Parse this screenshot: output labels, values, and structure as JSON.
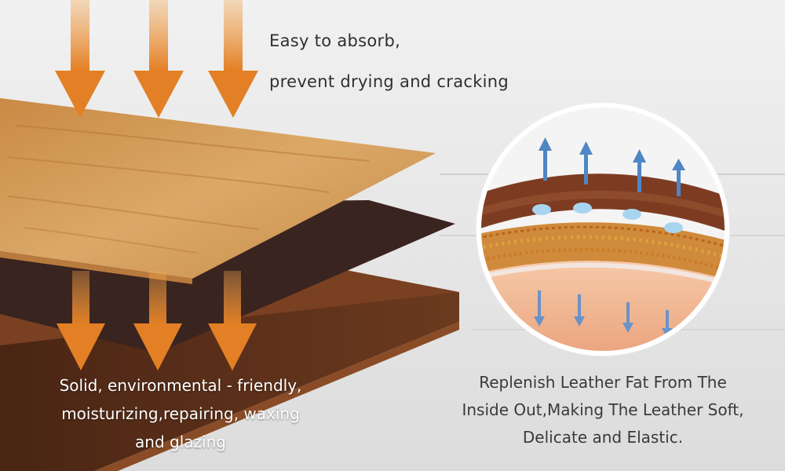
{
  "captions": {
    "top": [
      "Easy to absorb,",
      "prevent drying and cracking"
    ],
    "bottom_left": [
      "Solid, environmental - friendly,",
      "moisturizing,repairing, waxing",
      "and glazing"
    ],
    "right": [
      "Replenish Leather Fat From The",
      "Inside Out,Making The Leather Soft,",
      "Delicate and Elastic."
    ]
  },
  "colors": {
    "arrow_orange": "#e58a2e",
    "wood_light": "#d49a58",
    "wood_dark": "#5a2e18",
    "arrow_blue": "#4f86c4",
    "background": "#e6e6e6"
  }
}
